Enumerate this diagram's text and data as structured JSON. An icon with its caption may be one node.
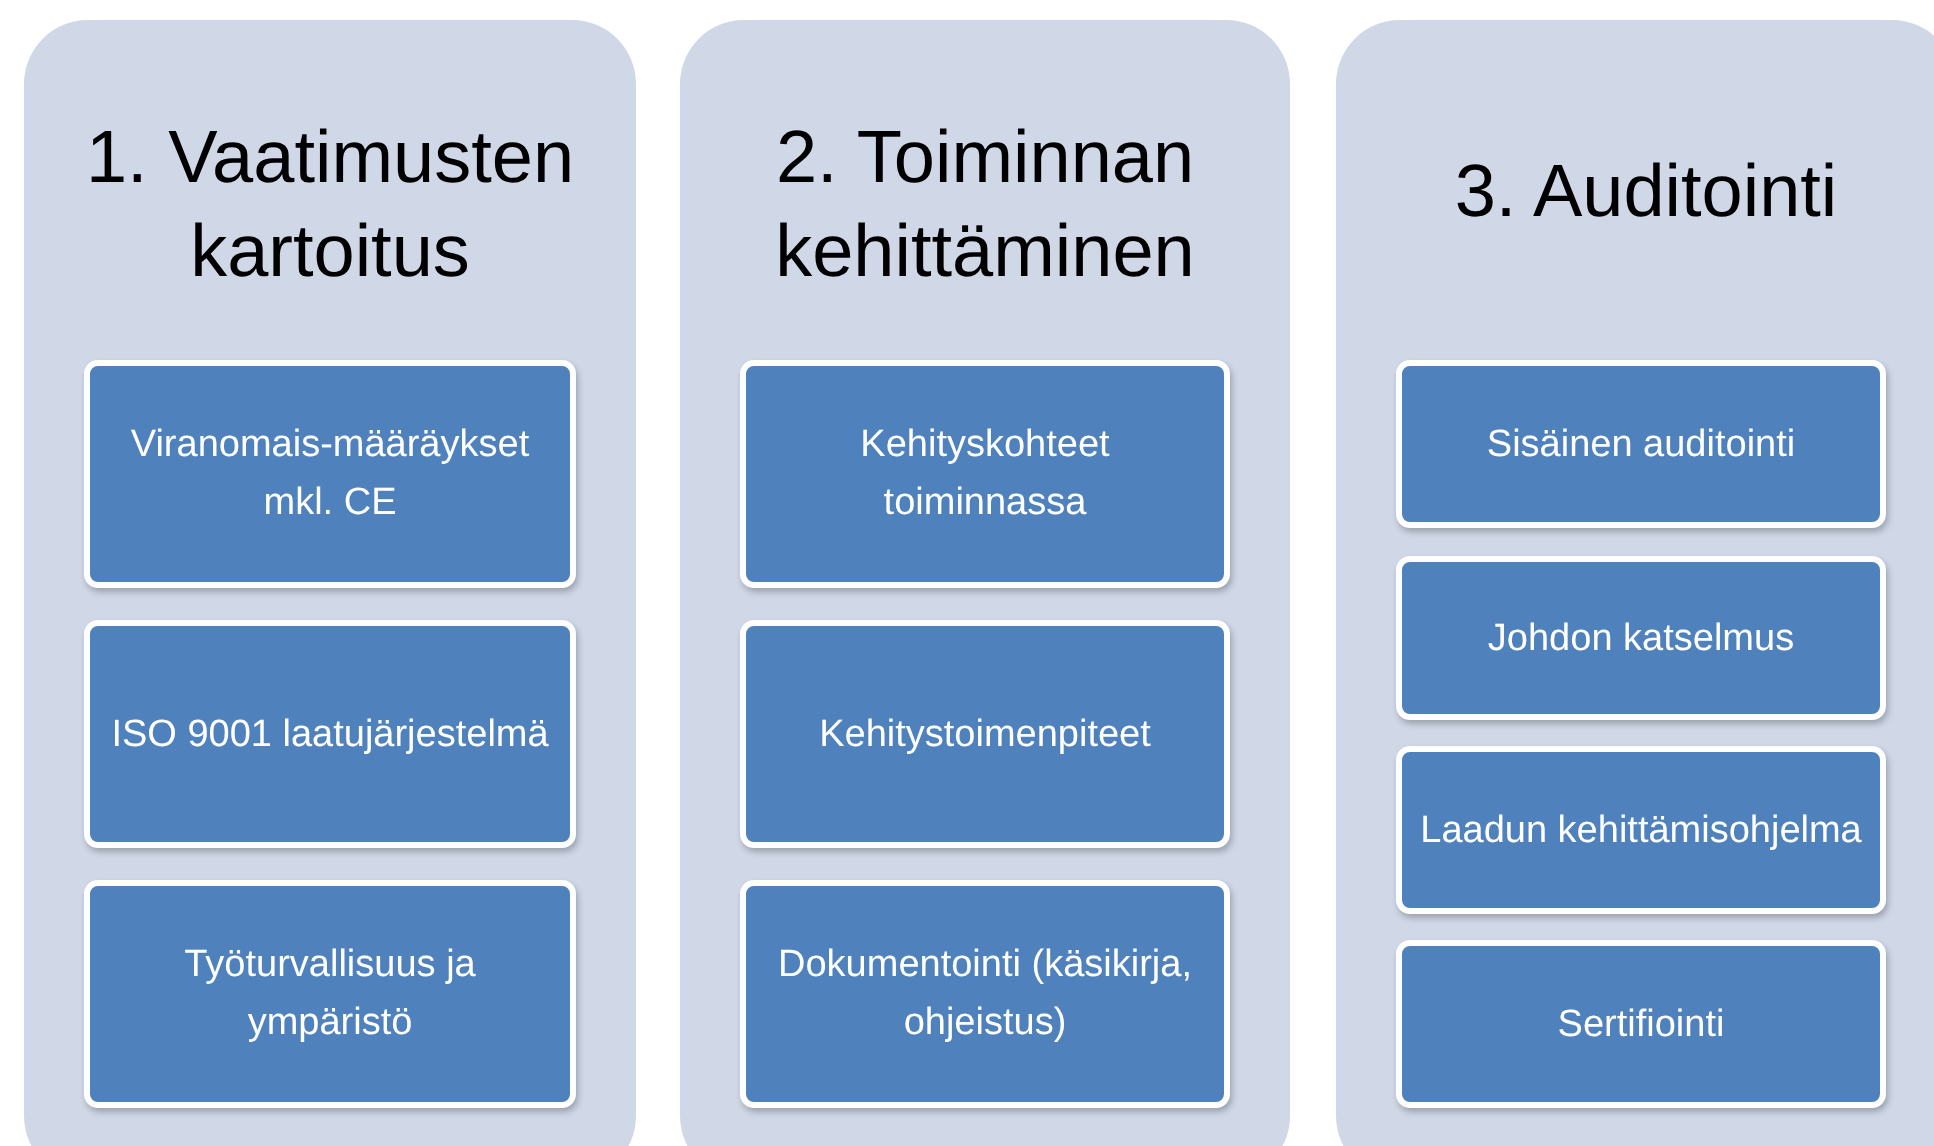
{
  "diagram": {
    "nodes": [
      {
        "text": [
          "1. Vaatimusten kartoitus"
        ]
      },
      {
        "text": [
          "Viranomais-määräykset mkl. CE"
        ],
        "in": 0
      },
      {
        "text": [
          "ISO 9001 laatujärjestelmä"
        ],
        "in": 0
      },
      {
        "text": [
          "Työturvallisuus ja ympäristö"
        ],
        "in": 0
      },
      {
        "text": [
          "2. Toiminnan kehittäminen"
        ]
      },
      {
        "text": [
          "Kehityskohteet toiminnassa"
        ],
        "in": 4
      },
      {
        "text": [
          "Kehitystoimenpiteet"
        ],
        "in": 4
      },
      {
        "text": [
          "Dokumentointi (käsikirja, ohjeistus)"
        ],
        "in": 4
      },
      {
        "text": [
          "3. Auditointi"
        ]
      },
      {
        "text": [
          "Sisäinen auditointi"
        ],
        "in": 8
      },
      {
        "text": [
          "Johdon katselmus"
        ],
        "in": 8
      },
      {
        "text": [
          "Laadun kehittämisohjelma"
        ],
        "in": 8
      },
      {
        "text": [
          "Sertifiointi"
        ],
        "in": 8
      }
    ]
  }
}
